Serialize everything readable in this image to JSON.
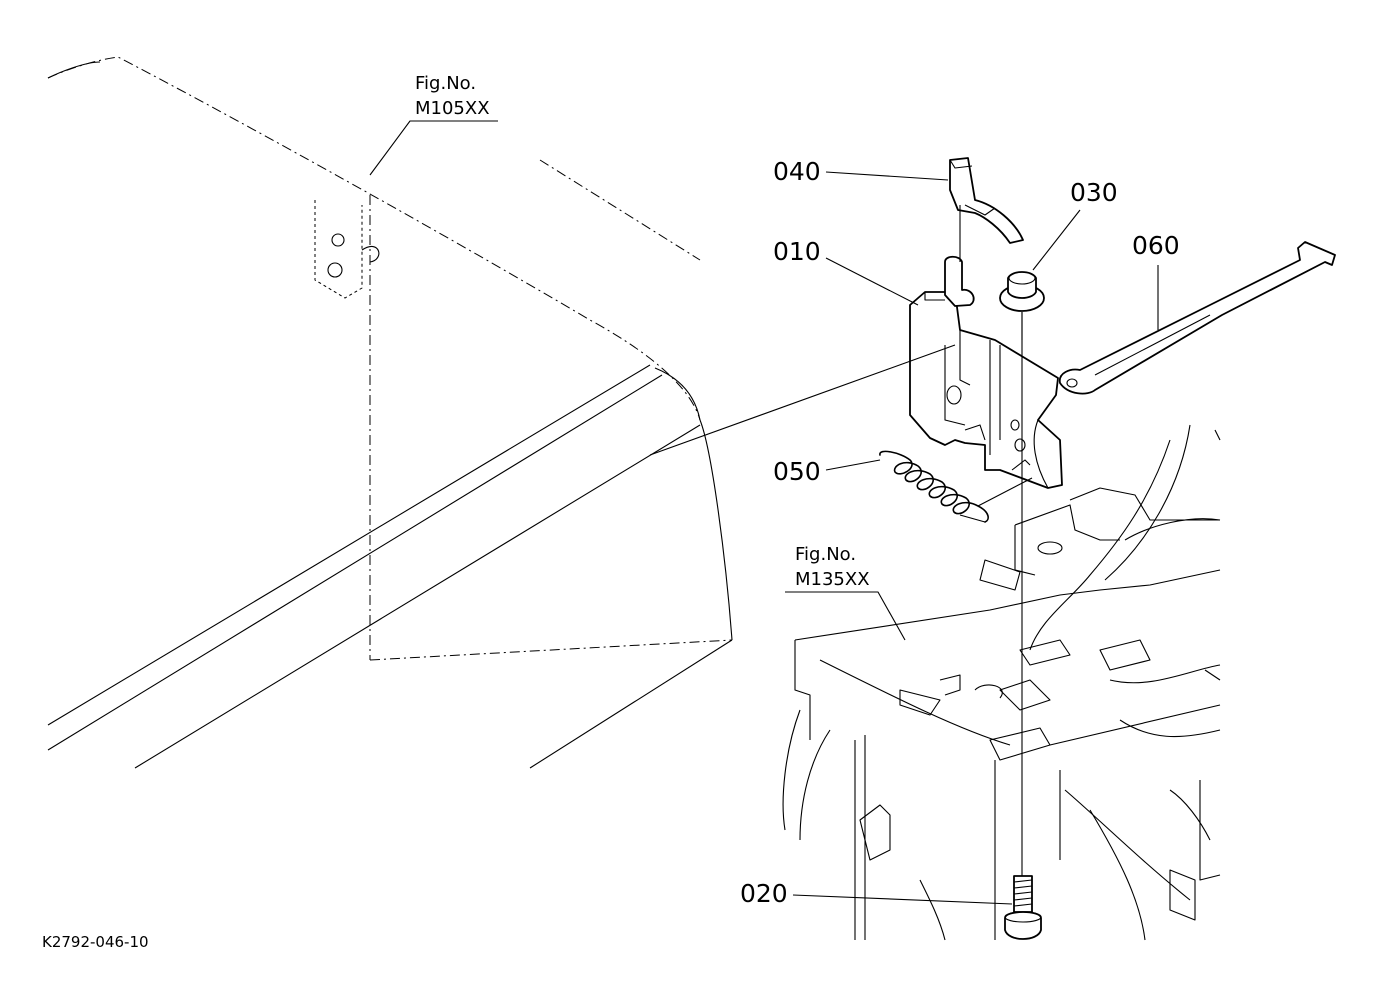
{
  "drawing_code": "K2792-046-10",
  "figure_refs": [
    {
      "id": "fig-ref-m105",
      "label": "Fig.No.",
      "number": "M105XX"
    },
    {
      "id": "fig-ref-m135",
      "label": "Fig.No.",
      "number": "M135XX"
    }
  ],
  "parts": [
    {
      "id": "010",
      "label": "010"
    },
    {
      "id": "020",
      "label": "020"
    },
    {
      "id": "030",
      "label": "030"
    },
    {
      "id": "040",
      "label": "040"
    },
    {
      "id": "050",
      "label": "050"
    },
    {
      "id": "060",
      "label": "060"
    }
  ]
}
